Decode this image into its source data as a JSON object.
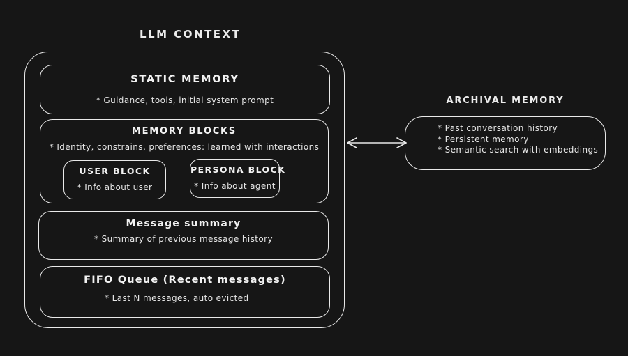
{
  "canvas": {
    "background": "#161616",
    "stroke_color": "#e9e9e9",
    "text_color": "#f0f0f0"
  },
  "llm_context": {
    "title": "LLM CONTEXT",
    "static_memory": {
      "heading": "STATIC MEMORY",
      "bullet": "* Guidance, tools, initial system prompt"
    },
    "memory_blocks": {
      "heading": "MEMORY BLOCKS",
      "bullet": "* Identity, constrains, preferences: learned with interactions",
      "user_block": {
        "heading": "USER BLOCK",
        "bullet": "* Info about user"
      },
      "persona_block": {
        "heading": "PERSONA BLOCK",
        "bullet": "* Info about agent"
      }
    },
    "message_summary": {
      "heading": "Message summary",
      "bullet": "* Summary of previous message history"
    },
    "fifo_queue": {
      "heading": "FIFO Queue  (Recent messages)",
      "bullet": "* Last N messages, auto evicted"
    }
  },
  "archival_memory": {
    "title": "ARCHIVAL MEMORY",
    "bullets": [
      "* Past conversation history",
      "* Persistent memory",
      "* Semantic search with embeddings"
    ]
  },
  "connector": {
    "type": "double-headed-arrow"
  }
}
